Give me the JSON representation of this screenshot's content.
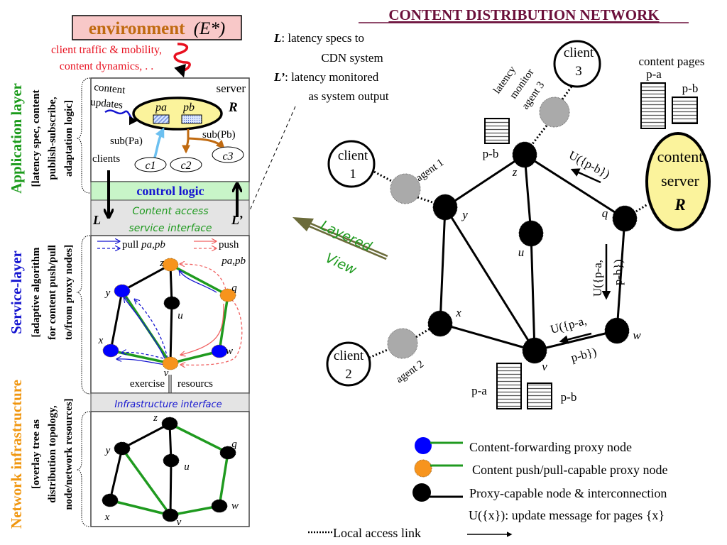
{
  "title": "CONTENT DISTRIBUTION NETWORK",
  "environment": {
    "word": "environment",
    "suffix": "(E*)",
    "influence_line1": "client traffic & mobility,",
    "influence_line2": "content dynamics, . ."
  },
  "layers": [
    {
      "name": "Application layer",
      "desc_line1": "[latency spec, content",
      "desc_line2": "publish-subscribe,",
      "desc_line3": "adaptation logic]",
      "color": "#1a9a1a"
    },
    {
      "name": "Service-layer",
      "desc_line1": "[adaptive algorithm",
      "desc_line2": "for content push/pull",
      "desc_line3": "to/from proxy nodes]",
      "color": "#1515d0"
    },
    {
      "name": "Network infrastructure",
      "desc_line1": "[overlay tree as",
      "desc_line2": "distribution topology,",
      "desc_line3": "node/network resources]",
      "color": "#f0960f"
    }
  ],
  "app_panel": {
    "content_updates_1": "content",
    "content_updates_2": "updates",
    "server_label": "server",
    "server_id": "R",
    "page_a": "pa",
    "page_b": "pb",
    "sub_a": "sub(Pa)",
    "sub_b": "sub(Pb)",
    "clients_label": "clients",
    "clients": [
      "c1",
      "c2",
      "c3"
    ]
  },
  "control_logic": "control logic",
  "content_access_1": "Content access",
  "content_access_2": "service interface",
  "L_label": "L",
  "Lp_label": "L’",
  "service_panel": {
    "pull_label": "pull",
    "pull_pages": "pa,pb",
    "push_label": "push",
    "push_pages": "pa,pb",
    "exercise": "exercise",
    "resources": "resourcs"
  },
  "infra_interface": "Infrastructure interface",
  "node_labels": {
    "z": "z",
    "y": "y",
    "u": "u",
    "q": "q",
    "x": "x",
    "w": "w",
    "v": "v"
  },
  "latency_notes": {
    "l_key": "L",
    "l_text1": ": latency specs to",
    "l_text2": "CDN system",
    "lp_key": "L’",
    "lp_text1": ": latency monitored",
    "lp_text2": "as system output"
  },
  "cdn": {
    "clients": [
      {
        "line1": "client",
        "line2": "1"
      },
      {
        "line1": "client",
        "line2": "2"
      },
      {
        "line1": "client",
        "line2": "3"
      }
    ],
    "agents": [
      "agent 1",
      "agent 2"
    ],
    "agent3_lines": [
      "latency",
      "monitor",
      "agent 3"
    ],
    "content_pages_label": "content pages",
    "page_a": "p-a",
    "page_b": "p-b",
    "server_line1": "content",
    "server_line2": "server",
    "server_id": "R",
    "update_zq": "U({p-b})",
    "update_qw_1": "U({p-a,",
    "update_qw_2": "p-b})",
    "update_wv_1": "U({p-a,",
    "update_wv_2": "p-b})",
    "layered_1": "Layered",
    "layered_2": "View"
  },
  "legend": {
    "forwarding": "Content-forwarding proxy node",
    "pushpull": "Content push/pull-capable proxy node",
    "proxy": "Proxy-capable node & interconnection",
    "update": "U({x}): update message for pages {x}",
    "local": "Local access link",
    "colors": {
      "forwarding": "#0000ff",
      "pushpull": "#f7941d",
      "proxy": "#000000",
      "link": "#1f9a1f"
    }
  }
}
